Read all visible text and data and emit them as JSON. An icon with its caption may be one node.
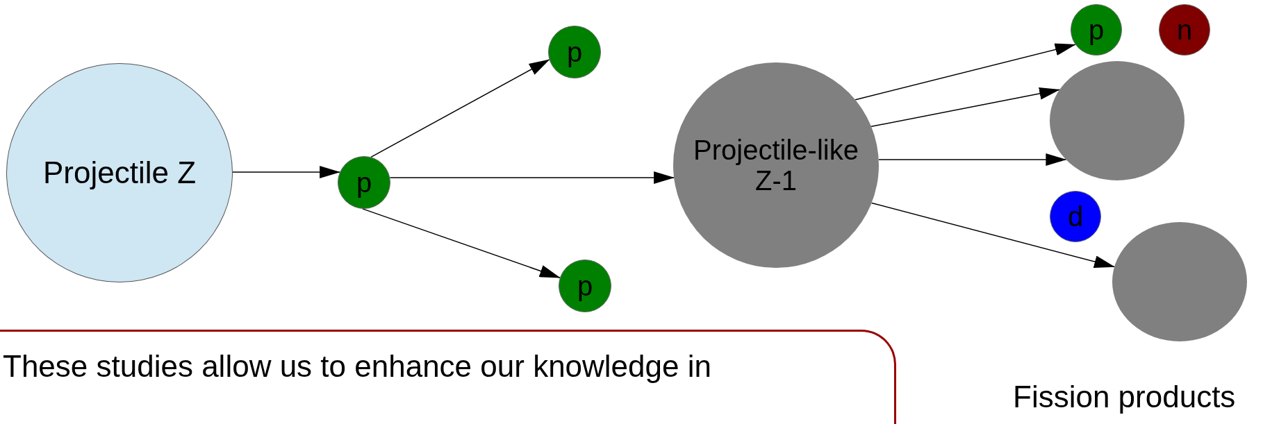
{
  "diagram": {
    "nodes": [
      {
        "text": [
          "Projectile Z"
        ]
      },
      {
        "text": [
          "p"
        ]
      },
      {
        "text": [
          "p"
        ]
      },
      {
        "text": [
          "p"
        ]
      },
      {
        "text": [
          "Projectile-like Z-1"
        ]
      },
      {
        "text": [
          "p"
        ]
      },
      {
        "text": [
          "n"
        ]
      },
      {
        "text": [],
        "shape": "circle"
      },
      {
        "text": [
          "d"
        ]
      },
      {
        "text": [],
        "shape": "circle"
      },
      {
        "text": [
          "These studies allow us to enhance our knowledge in"
        ]
      }
    ],
    "edges": [
      {
        "from": 0,
        "to": 1,
        "arrow": "to"
      },
      {
        "from": 1,
        "to": 2,
        "arrow": "to"
      },
      {
        "from": 1,
        "to": 4,
        "arrow": "to"
      },
      {
        "from": 1,
        "to": 3,
        "arrow": "to"
      },
      {
        "from": 4,
        "to": 5,
        "arrow": "to"
      },
      {
        "from": 4,
        "to": 7,
        "arrow": "to"
      },
      {
        "from": 4,
        "to": 7,
        "arrow": "to"
      },
      {
        "from": 4,
        "to": 9,
        "arrow": "to"
      }
    ],
    "labels": [
      "Fission products"
    ]
  }
}
